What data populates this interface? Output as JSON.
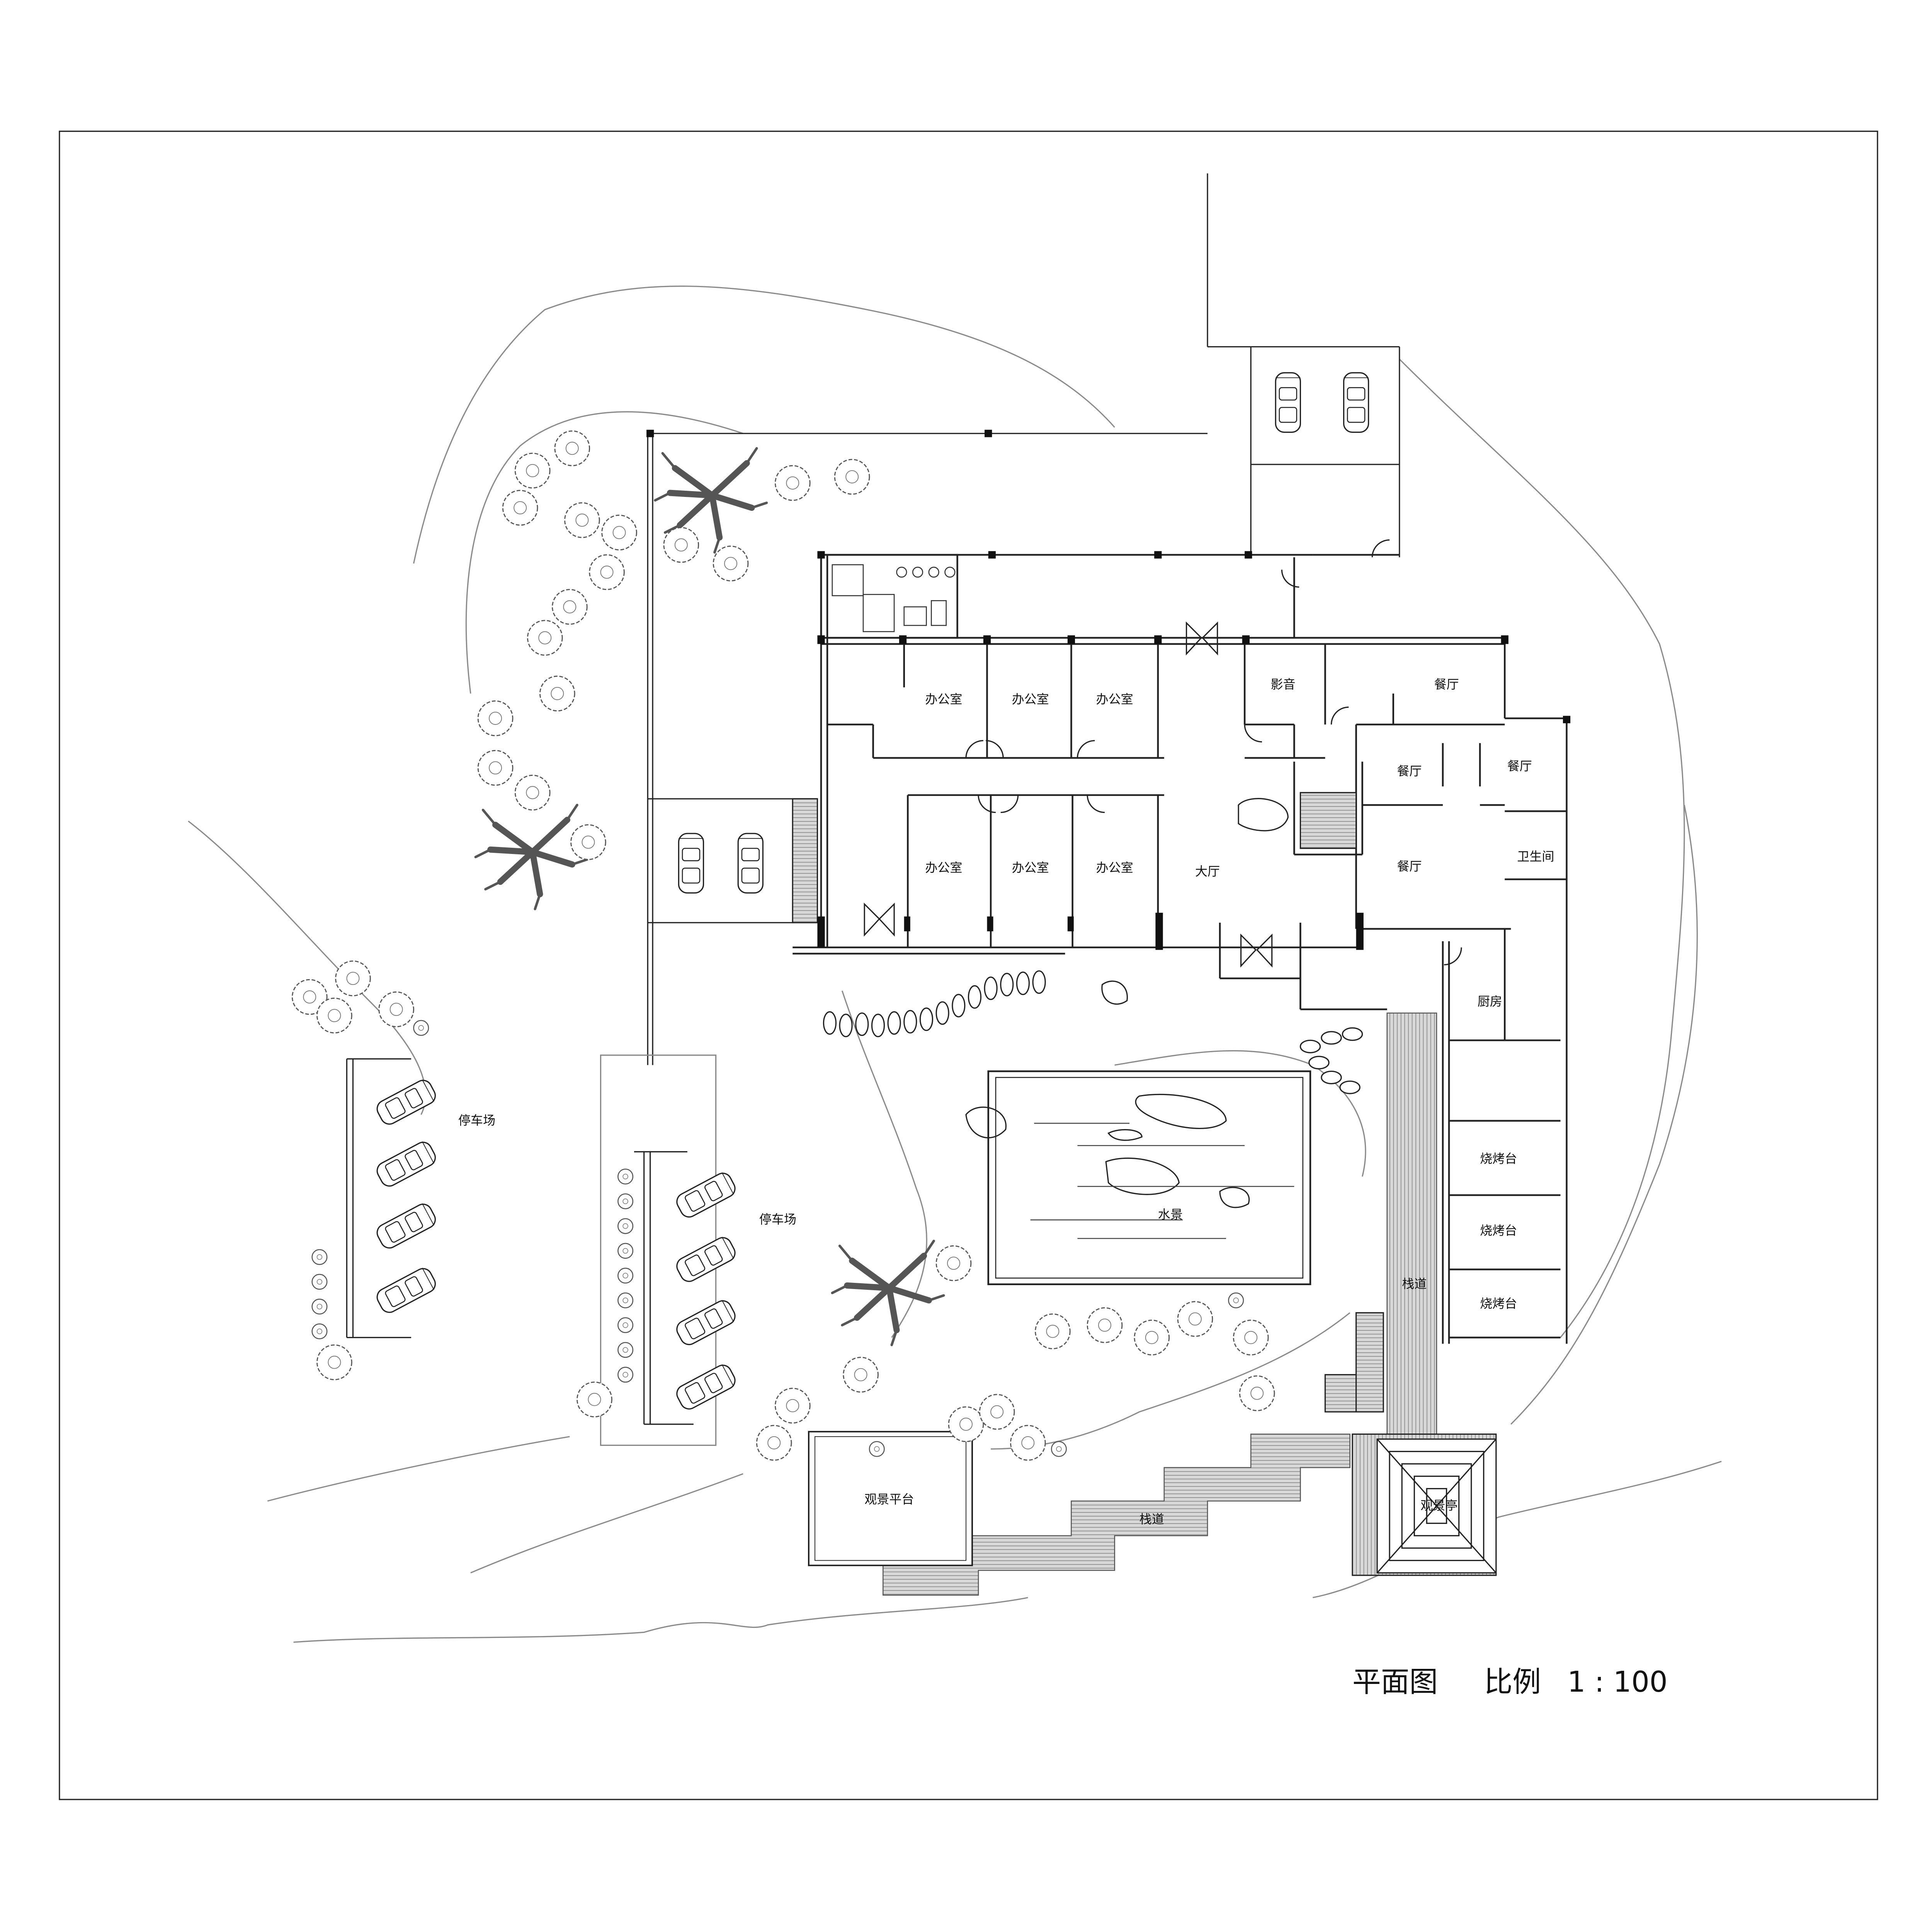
{
  "title": "平面图",
  "scale_label": "比例",
  "scale_value": "1 : 100",
  "rooms": {
    "office_1": "办公室",
    "office_2": "办公室",
    "office_3": "办公室",
    "office_4": "办公室",
    "office_5": "办公室",
    "office_6": "办公室",
    "audio_video": "影音",
    "dining_1": "餐厅",
    "dining_2": "餐厅",
    "dining_3": "餐厅",
    "dining_4": "餐厅",
    "restroom": "卫生间",
    "lobby": "大厅",
    "kitchen": "厨房",
    "bbq_1": "烧烤台",
    "bbq_2": "烧烤台",
    "bbq_3": "烧烤台",
    "water_feature": "水景",
    "boardwalk_1": "栈道",
    "boardwalk_2": "栈道",
    "viewing_platform": "观景平台",
    "viewing_pavilion": "观景亭",
    "parking_1": "停车场",
    "parking_2": "停车场"
  },
  "colors": {
    "line": "#222222",
    "contour": "#8a8a8a",
    "boardwalk": "#9a9a9a",
    "tree": "#555555"
  }
}
